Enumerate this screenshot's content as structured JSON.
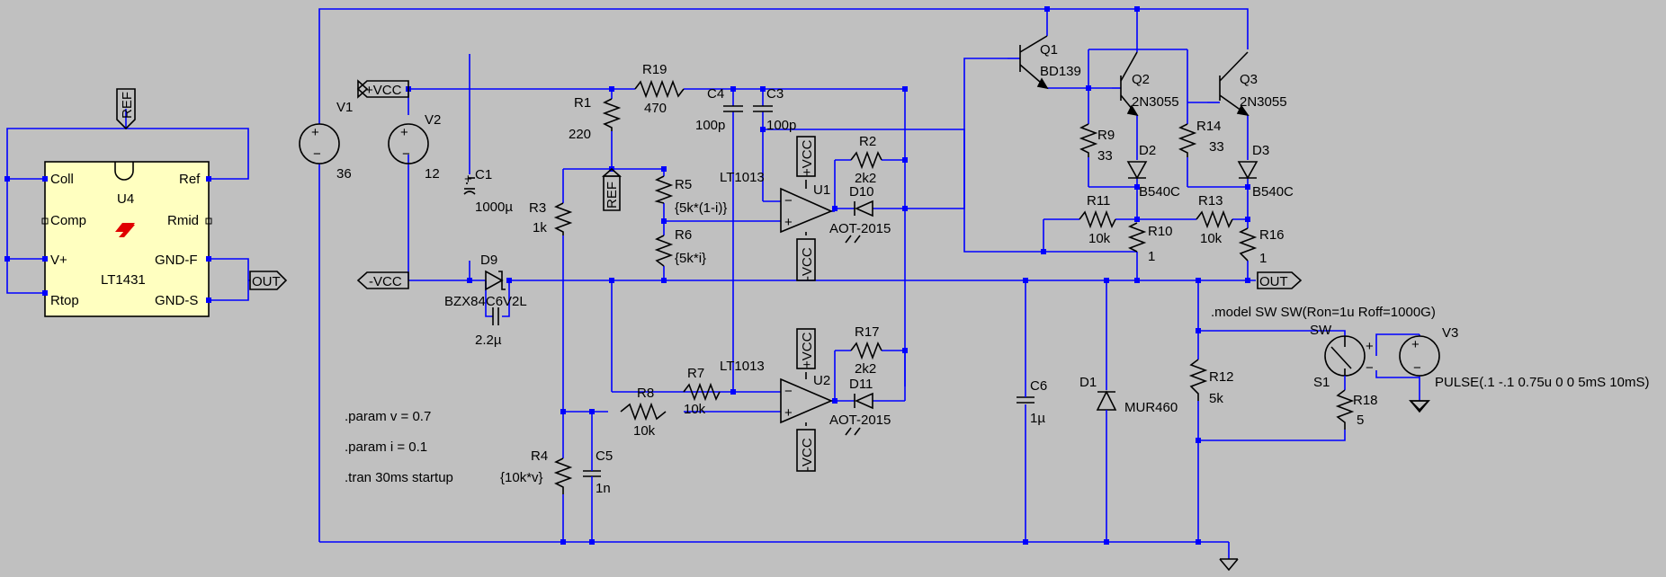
{
  "labels": {
    "ref": "REF",
    "vcc_pos": "+VCC",
    "vcc_neg": "-VCC",
    "out": "OUT"
  },
  "ic": {
    "name": "U4",
    "part": "LT1431",
    "pins": {
      "coll": "Coll",
      "comp": "Comp",
      "vplus": "V+",
      "rtop": "Rtop",
      "ref": "Ref",
      "rmid": "Rmid",
      "gndf": "GND-F",
      "gnds": "GND-S"
    }
  },
  "sources": {
    "v1": {
      "name": "V1",
      "value": "36"
    },
    "v2": {
      "name": "V2",
      "value": "12"
    },
    "v3": {
      "name": "V3",
      "value": "PULSE(.1 -.1 0.75u 0 0 5mS 10mS)"
    }
  },
  "resistors": {
    "r1": {
      "name": "R1",
      "value": "220"
    },
    "r19": {
      "name": "R19",
      "value": "470"
    },
    "r2": {
      "name": "R2",
      "value": "2k2"
    },
    "r3": {
      "name": "R3",
      "value": "1k"
    },
    "r4": {
      "name": "R4",
      "value": "{10k*v}"
    },
    "r5": {
      "name": "R5",
      "value": "{5k*(1-i)}"
    },
    "r6": {
      "name": "R6",
      "value": "{5k*i}"
    },
    "r7": {
      "name": "R7",
      "value": "10k"
    },
    "r8": {
      "name": "R8",
      "value": "10k"
    },
    "r9": {
      "name": "R9",
      "value": "33"
    },
    "r10": {
      "name": "R10",
      "value": "1"
    },
    "r11": {
      "name": "R11",
      "value": "10k"
    },
    "r12": {
      "name": "R12",
      "value": "5k"
    },
    "r13": {
      "name": "R13",
      "value": "10k"
    },
    "r14": {
      "name": "R14",
      "value": "33"
    },
    "r16": {
      "name": "R16",
      "value": "1"
    },
    "r17": {
      "name": "R17",
      "value": "2k2"
    },
    "r18": {
      "name": "R18",
      "value": "5"
    }
  },
  "capacitors": {
    "c1": {
      "name": "C1",
      "value": "1000µ"
    },
    "c3": {
      "name": "C3",
      "value": "100p"
    },
    "c4": {
      "name": "C4",
      "value": "100p"
    },
    "c5": {
      "name": "C5",
      "value": "1n"
    },
    "c6": {
      "name": "C6",
      "value": "1µ"
    },
    "c7": {
      "value": "2.2µ"
    }
  },
  "diodes": {
    "d1": {
      "name": "D1",
      "value": "MUR460"
    },
    "d2": {
      "name": "D2",
      "value": "B540C"
    },
    "d3": {
      "name": "D3",
      "value": "B540C"
    },
    "d9": {
      "name": "D9",
      "value": "BZX84C6V2L"
    },
    "d10": {
      "name": "D10",
      "value": "AOT-2015"
    },
    "d11": {
      "name": "D11",
      "value": "AOT-2015"
    }
  },
  "transistors": {
    "q1": {
      "name": "Q1",
      "value": "BD139"
    },
    "q2": {
      "name": "Q2",
      "value": "2N3055"
    },
    "q3": {
      "name": "Q3",
      "value": "2N3055"
    }
  },
  "opamps": {
    "u1": {
      "name": "U1",
      "value": "LT1013"
    },
    "u2": {
      "name": "U2",
      "value": "LT1013"
    }
  },
  "switch": {
    "name": "S1",
    "model_name": "SW"
  },
  "directives": {
    "model": ".model SW SW(Ron=1u Roff=1000G)",
    "param_v": ".param v = 0.7",
    "param_i": ".param i = 0.1",
    "tran": ".tran 30ms startup"
  },
  "colors": {
    "background": "#c0c0c0",
    "wire": "#0000ff",
    "component": "#000000",
    "chip_fill": "#ffffc0",
    "logo": "#e00000"
  }
}
